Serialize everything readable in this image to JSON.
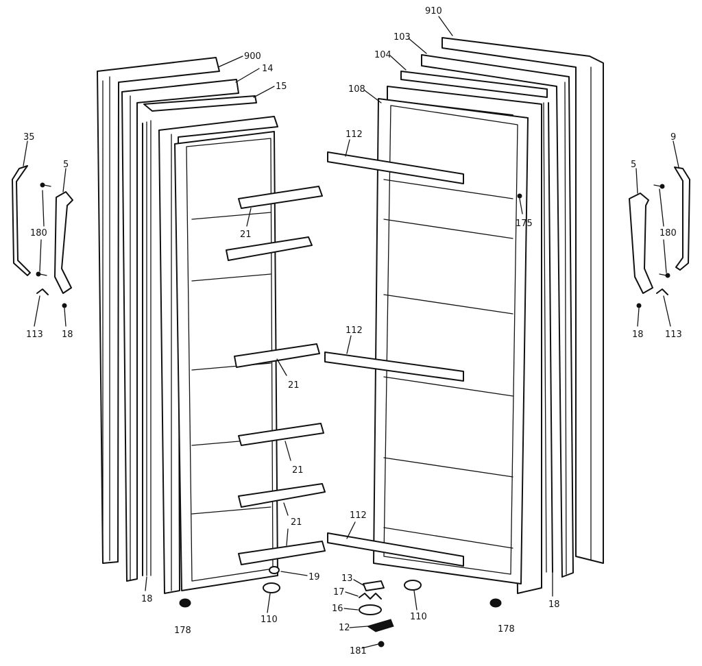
{
  "diagram": {
    "type": "exploded-parts-diagram",
    "callouts": [
      {
        "id": "c-910",
        "text": "910"
      },
      {
        "id": "c-103",
        "text": "103"
      },
      {
        "id": "c-104",
        "text": "104"
      },
      {
        "id": "c-108",
        "text": "108"
      },
      {
        "id": "c-900",
        "text": "900"
      },
      {
        "id": "c-14",
        "text": "14"
      },
      {
        "id": "c-15",
        "text": "15"
      },
      {
        "id": "c-35",
        "text": "35"
      },
      {
        "id": "c-5-left",
        "text": "5"
      },
      {
        "id": "c-180-left",
        "text": "180"
      },
      {
        "id": "c-113-left",
        "text": "113"
      },
      {
        "id": "c-18-left-handle",
        "text": "18"
      },
      {
        "id": "c-21-a",
        "text": "21"
      },
      {
        "id": "c-21-b",
        "text": "21"
      },
      {
        "id": "c-21-c",
        "text": "21"
      },
      {
        "id": "c-21-d",
        "text": "21"
      },
      {
        "id": "c-112-a",
        "text": "112"
      },
      {
        "id": "c-112-b",
        "text": "112"
      },
      {
        "id": "c-112-c",
        "text": "112"
      },
      {
        "id": "c-175",
        "text": "175"
      },
      {
        "id": "c-9",
        "text": "9"
      },
      {
        "id": "c-5-right",
        "text": "5"
      },
      {
        "id": "c-180-right",
        "text": "180"
      },
      {
        "id": "c-18-right-handle",
        "text": "18"
      },
      {
        "id": "c-113-right",
        "text": "113"
      },
      {
        "id": "c-18-left-door",
        "text": "18"
      },
      {
        "id": "c-178-left",
        "text": "178"
      },
      {
        "id": "c-19",
        "text": "19"
      },
      {
        "id": "c-110-left",
        "text": "110"
      },
      {
        "id": "c-13",
        "text": "13"
      },
      {
        "id": "c-17",
        "text": "17"
      },
      {
        "id": "c-16",
        "text": "16"
      },
      {
        "id": "c-12",
        "text": "12"
      },
      {
        "id": "c-181",
        "text": "181"
      },
      {
        "id": "c-110-right",
        "text": "110"
      },
      {
        "id": "c-178-right",
        "text": "178"
      },
      {
        "id": "c-18-right-door",
        "text": "18"
      }
    ]
  }
}
